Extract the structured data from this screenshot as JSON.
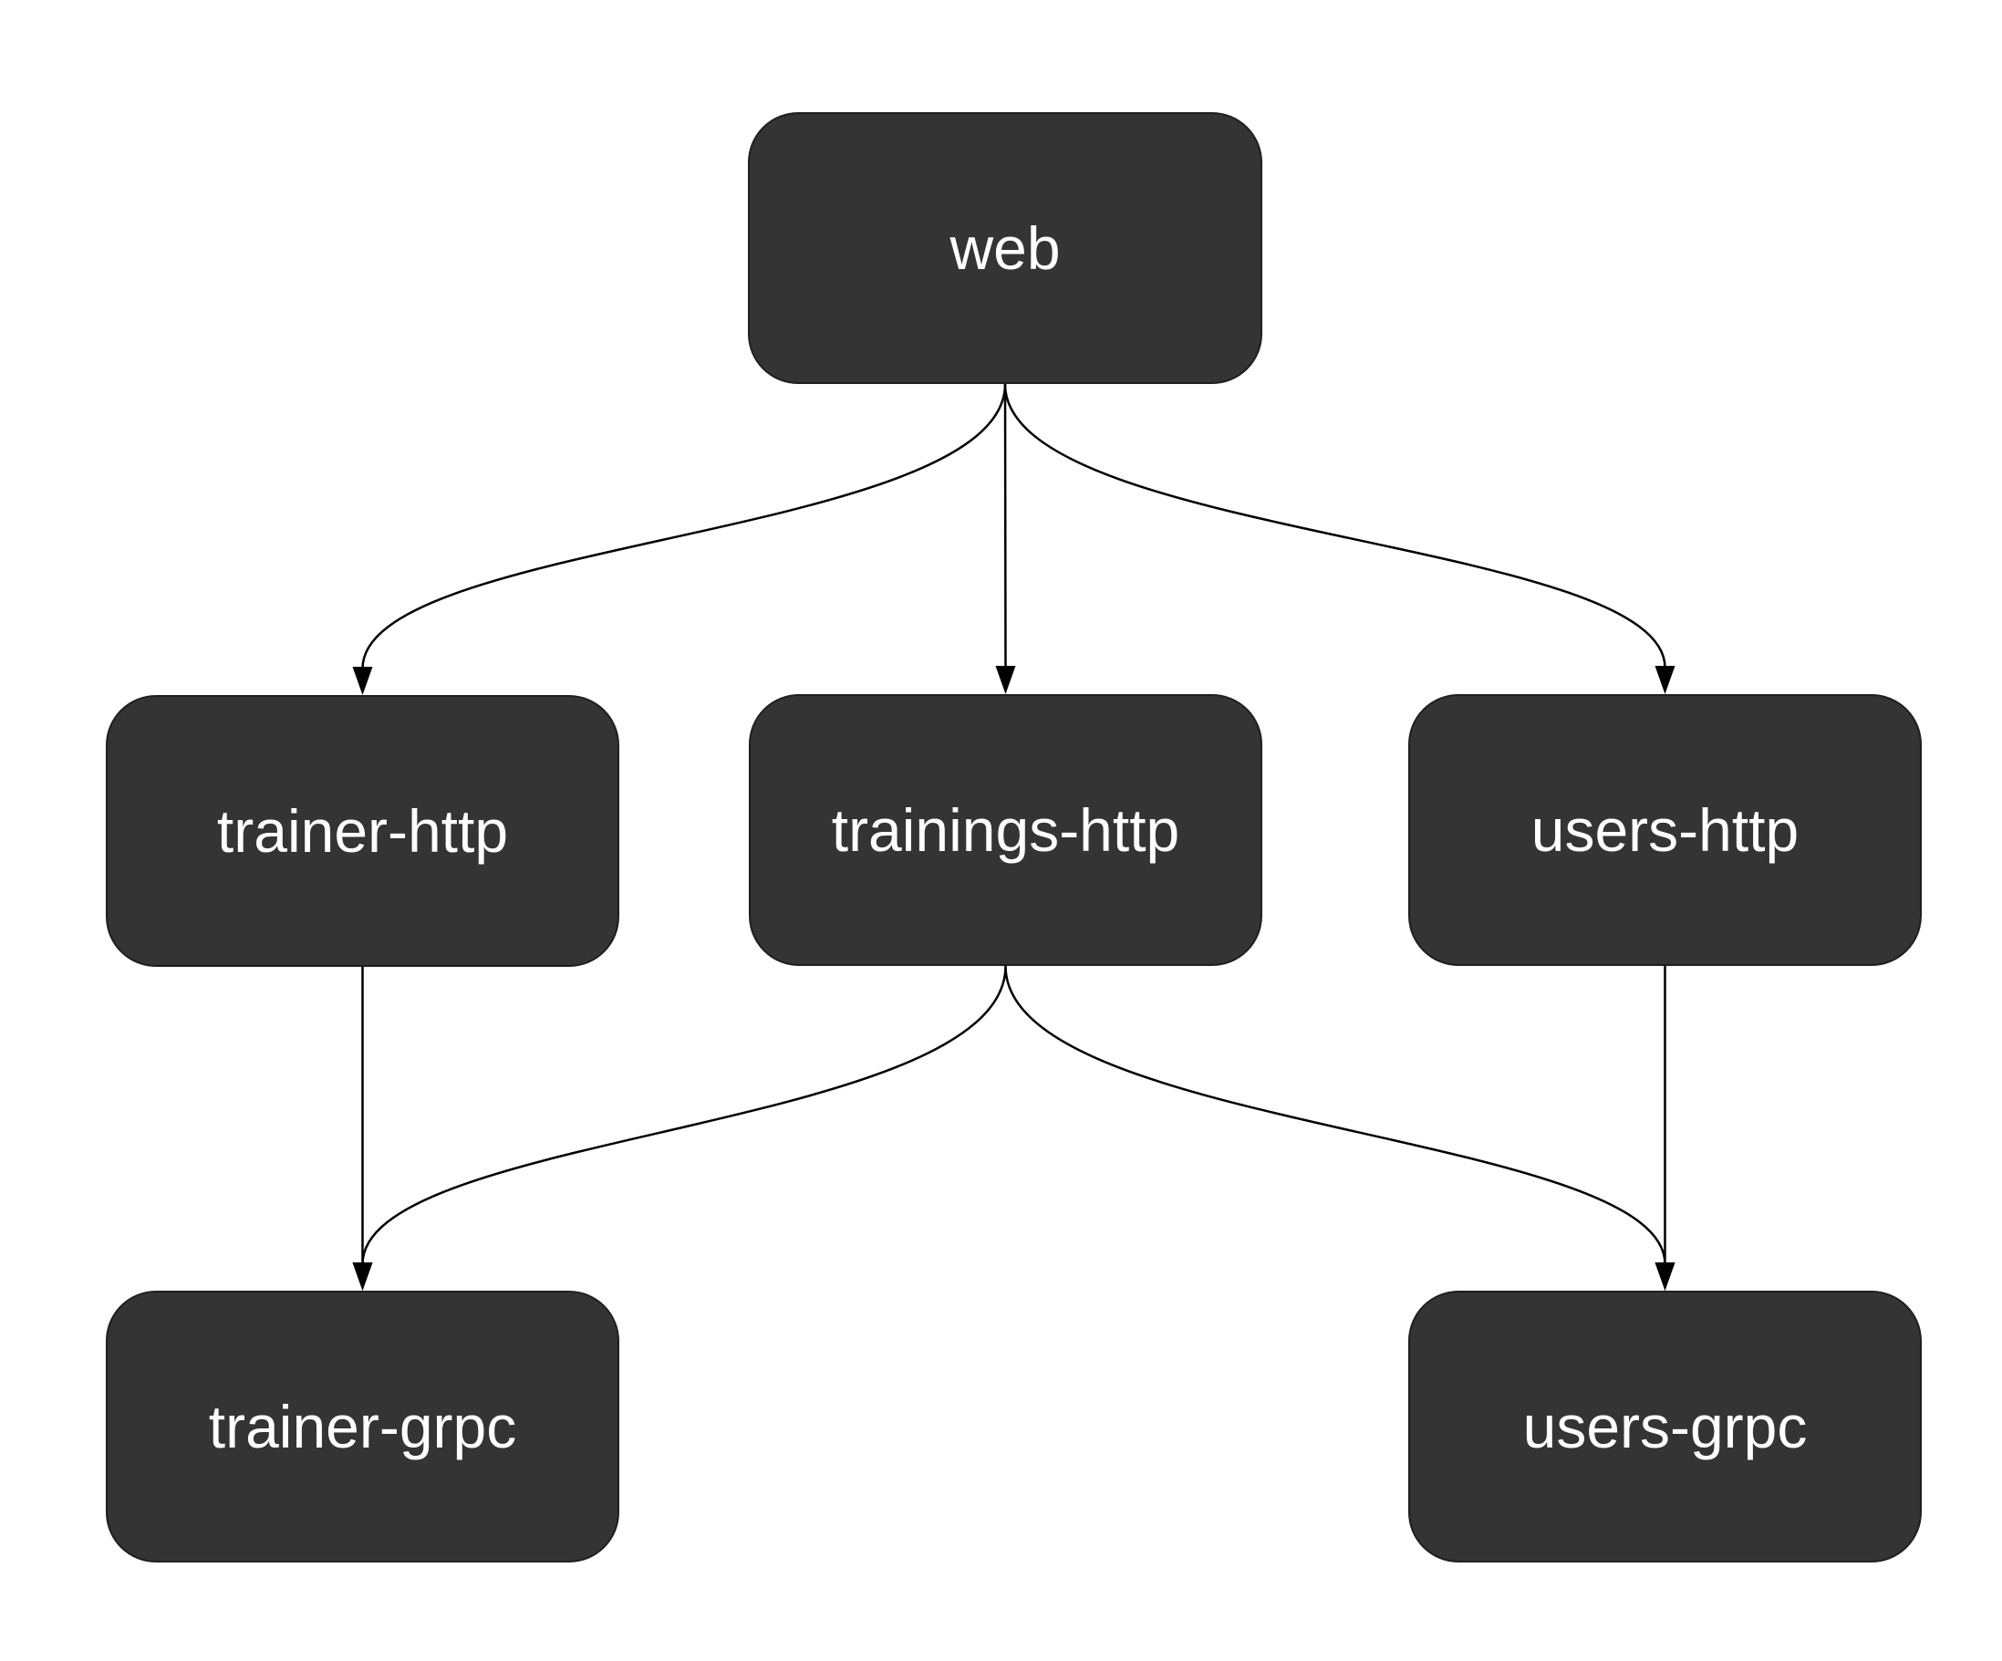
{
  "diagram": {
    "colors": {
      "background": "#ffffff",
      "node_fill": "#343434",
      "node_border": "#1f1f1f",
      "node_text": "#ffffff",
      "edge": "#000000"
    },
    "nodes": [
      {
        "id": "web",
        "label": "web"
      },
      {
        "id": "trainer-http",
        "label": "trainer-http"
      },
      {
        "id": "trainings-http",
        "label": "trainings-http"
      },
      {
        "id": "users-http",
        "label": "users-http"
      },
      {
        "id": "trainer-grpc",
        "label": "trainer-grpc"
      },
      {
        "id": "users-grpc",
        "label": "users-grpc"
      }
    ],
    "edges": [
      {
        "from": "web",
        "to": "trainer-http"
      },
      {
        "from": "web",
        "to": "trainings-http"
      },
      {
        "from": "web",
        "to": "users-http"
      },
      {
        "from": "trainer-http",
        "to": "trainer-grpc"
      },
      {
        "from": "trainings-http",
        "to": "trainer-grpc"
      },
      {
        "from": "trainings-http",
        "to": "users-grpc"
      },
      {
        "from": "users-http",
        "to": "users-grpc"
      }
    ]
  }
}
